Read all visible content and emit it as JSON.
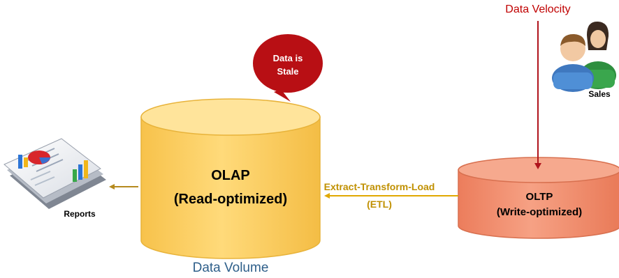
{
  "labels": {
    "data_velocity": "Data Velocity",
    "data_volume": "Data Volume",
    "stale_line1": "Data is",
    "stale_line2": "Stale",
    "olap_line1": "OLAP",
    "olap_line2": "(Read-optimized)",
    "oltp_line1": "OLTP",
    "oltp_line2": "(Write-optimized)",
    "etl_line1": "Extract-Transform-Load",
    "etl_line2": "(ETL)",
    "reports": "Reports",
    "sales": "Sales"
  },
  "icons": {
    "reports": "reports-document-icon",
    "sales": "people-icon"
  },
  "colors": {
    "olap_fill": "#ffd56b",
    "olap_top": "#ffe49b",
    "olap_stroke": "#e8b33a",
    "oltp_fill": "#f08868",
    "oltp_top": "#f6a98e",
    "oltp_stroke": "#d8704f",
    "bubble": "#b80f14",
    "etl_arrow": "#e0a800",
    "velocity_arrow": "#b0141c",
    "velocity_text": "#c00000",
    "volume_text": "#2e5f8a",
    "etl_text": "#c09000"
  }
}
